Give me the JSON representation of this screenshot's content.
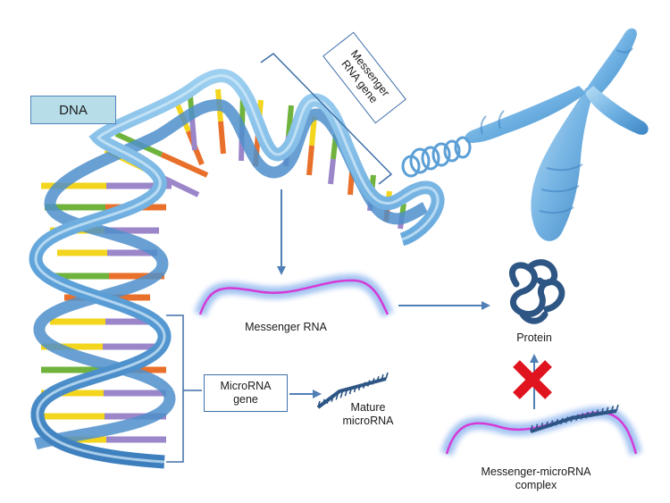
{
  "labels": {
    "dna": "DNA",
    "messenger_rna_gene_line1": "Messenger",
    "messenger_rna_gene_line2": "RNA gene",
    "messenger_rna": "Messenger RNA",
    "protein": "Protein",
    "microrna_gene_line1": "MicroRNA",
    "microrna_gene_line2": "gene",
    "mature_microrna_line1": "Mature",
    "mature_microrna_line2": "microRNA",
    "complex_line1": "Messenger-microRNA",
    "complex_line2": "complex"
  },
  "colors": {
    "helix_blue": "#5b9fd6",
    "arrow_blue": "#4f7fb5",
    "mrna_magenta": "#d63ad6",
    "protein_navy": "#2d5684",
    "block_red": "#e0141e",
    "base_yellow": "#f2d51c",
    "base_purple": "#9a86c8",
    "base_green": "#6fb33d",
    "base_orange": "#e8702a"
  },
  "icons": {
    "dna": "double-helix-icon",
    "chromosome": "chromosome-icon",
    "protein": "folded-protein-icon",
    "block": "red-x-icon"
  }
}
